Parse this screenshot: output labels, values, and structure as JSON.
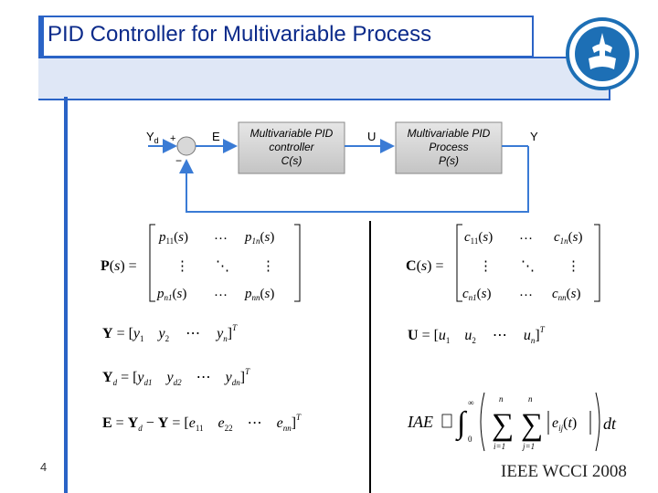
{
  "slide": {
    "title": "PID Controller for Multivariable Process",
    "number": "4",
    "footer": "IEEE WCCI 2008"
  },
  "block_diagram": {
    "reference": "Y",
    "reference_sub": "d",
    "plus_sign": "+",
    "minus_sign": "−",
    "error_label": "E",
    "controller_lines": [
      "Multivariable PID",
      "controller",
      "C(s)"
    ],
    "control_label": "U",
    "process_lines": [
      "Multivariable PID",
      "Process",
      "P(s)"
    ],
    "output_label": "Y"
  },
  "colors": {
    "accent": "#2a63c6",
    "block_fill": "#d4d4d4",
    "title_text": "#0b2a8a"
  },
  "icons": {
    "logo": "university-emblem-icon"
  }
}
